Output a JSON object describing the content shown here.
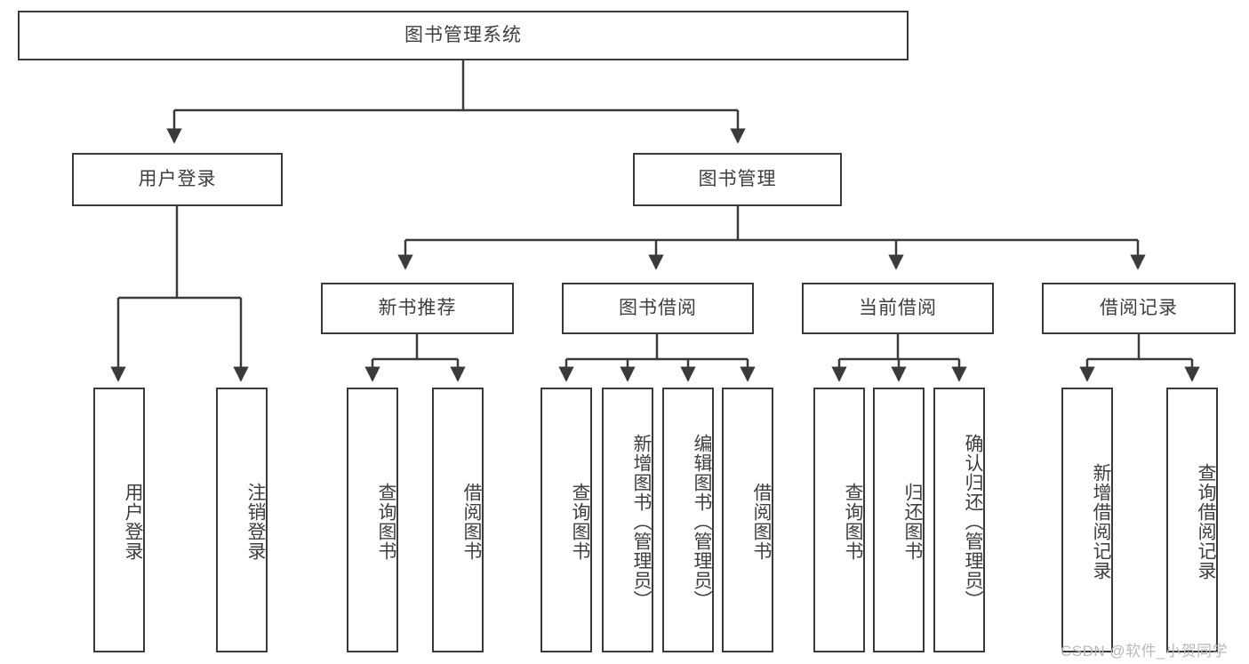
{
  "diagram": {
    "type": "hierarchy-tree",
    "title_node": {
      "label": "图书管理系统"
    },
    "level2": [
      {
        "label": "用户登录"
      },
      {
        "label": "图书管理"
      }
    ],
    "level3": [
      {
        "label": "新书推荐"
      },
      {
        "label": "图书借阅"
      },
      {
        "label": "当前借阅"
      },
      {
        "label": "借阅记录"
      }
    ],
    "leaves": {
      "user_login": [
        {
          "label": "用户登录"
        },
        {
          "label": "注销登录"
        }
      ],
      "new_book_recommend": [
        {
          "label": "查询图书"
        },
        {
          "label": "借阅图书"
        }
      ],
      "book_borrow": [
        {
          "label": "查询图书"
        },
        {
          "label": "新增图书（管理员）"
        },
        {
          "label": "编辑图书（管理员）"
        },
        {
          "label": "借阅图书"
        }
      ],
      "current_borrow": [
        {
          "label": "查询图书"
        },
        {
          "label": "归还图书"
        },
        {
          "label": "确认归还（管理员）"
        }
      ],
      "borrow_record": [
        {
          "label": "新增借阅记录"
        },
        {
          "label": "查询借阅记录"
        }
      ]
    }
  },
  "watermark": {
    "text": "CSDN @软件_小贺同学"
  },
  "colors": {
    "box_border": "#3a3a3a",
    "text": "#3f3f3f",
    "edge": "#3a3a3a",
    "background": "#ffffff",
    "watermark": "#b9b9b9"
  }
}
